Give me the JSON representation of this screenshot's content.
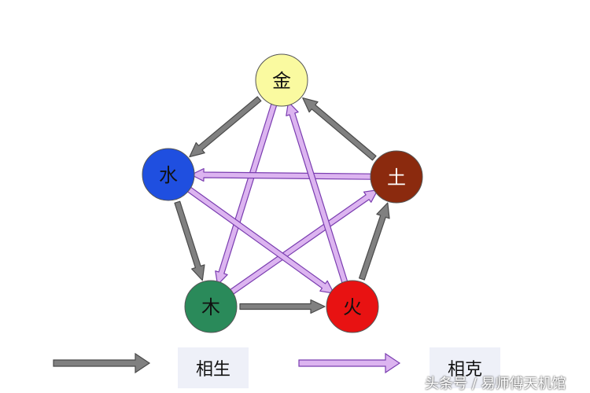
{
  "elements": [
    {
      "id": "jin",
      "label": "金",
      "fill": "#fafaa0",
      "text": "#111111"
    },
    {
      "id": "tu",
      "label": "土",
      "fill": "#8b2a0e",
      "text": "#ffffff"
    },
    {
      "id": "huo",
      "label": "火",
      "fill": "#e81212",
      "text": "#111111"
    },
    {
      "id": "mu",
      "label": "木",
      "fill": "#2a8a5a",
      "text": "#111111"
    },
    {
      "id": "shui",
      "label": "水",
      "fill": "#1f4fe0",
      "text": "#111111"
    }
  ],
  "generating": [
    {
      "from": "tu",
      "to": "jin"
    },
    {
      "from": "jin",
      "to": "shui"
    },
    {
      "from": "shui",
      "to": "mu"
    },
    {
      "from": "mu",
      "to": "huo"
    },
    {
      "from": "huo",
      "to": "tu"
    }
  ],
  "controlling": [
    {
      "from": "jin",
      "to": "mu"
    },
    {
      "from": "mu",
      "to": "tu"
    },
    {
      "from": "tu",
      "to": "shui"
    },
    {
      "from": "shui",
      "to": "huo"
    },
    {
      "from": "huo",
      "to": "jin"
    }
  ],
  "legend": {
    "generating_label": "相生",
    "controlling_label": "相克"
  },
  "watermark": "头条号 / 易师傅天机馆",
  "colors": {
    "generating_fill": "#808080",
    "generating_stroke": "#4a4a4a",
    "controlling_fill": "#dcb4f0",
    "controlling_stroke": "#7a3db0"
  }
}
